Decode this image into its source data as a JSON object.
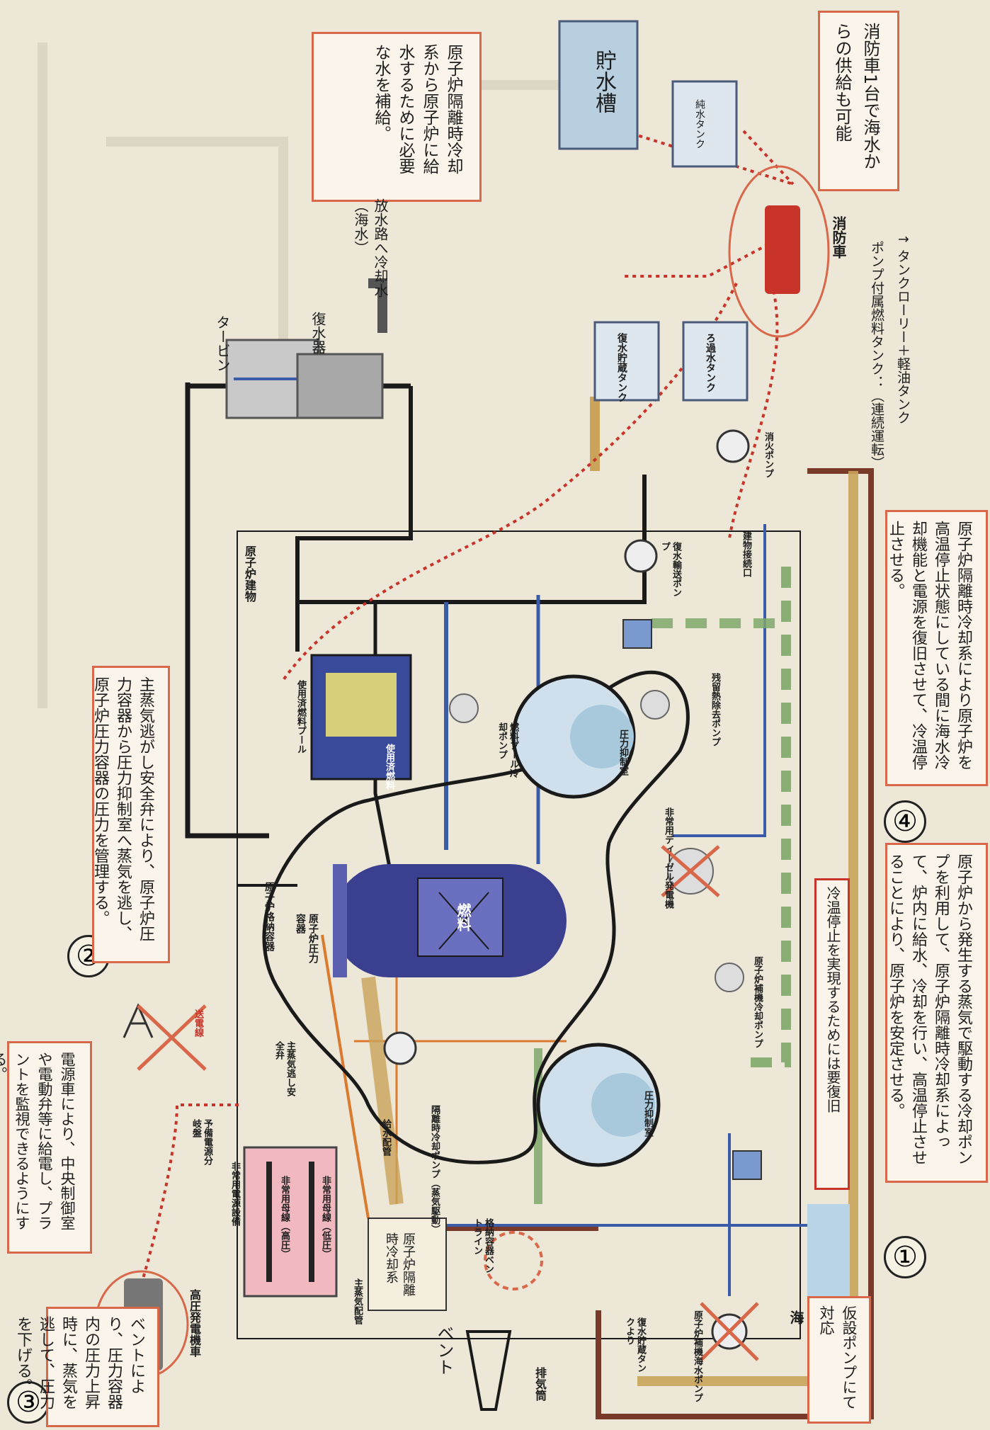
{
  "notes": {
    "callout_top_right": "消防車1台で海水からの供給も可能",
    "callout_top_center": "原子炉隔離時冷却系から原子炉に給水するために必要な水を補給。",
    "callout_2_number": "②",
    "callout_2": "主蒸気逃がし安全弁により、原子炉圧力容器から圧力抑制室へ蒸気を逃し、原子炉圧力容器の圧力を管理する。",
    "callout_power": "電源車により、中央制御室や電動弁等に給電し、プラントを監視できるようにする。",
    "callout_3_number": "③",
    "callout_3": "ベントにより、圧力容器内の圧力上昇時に、蒸気を逃して、圧力を下げる。",
    "callout_1_number": "①",
    "callout_1": "原子炉から発生する蒸気で駆動する冷却ポンプを利用して、原子炉隔離時冷却系によって、炉内に給水、冷却を行い、高温停止させることにより、原子炉を安定させる。",
    "callout_4_number": "④",
    "callout_4": "原子炉隔離時冷却系により原子炉を高温停止状態にしている間に海水冷却機能と電源を復旧させて、冷温停止させる。",
    "cold_shutdown_note": "冷温停止を実現するためには要復旧",
    "temp_pump_note": "仮設ポンプにて対応",
    "fuel_tank_note": "ポンプ付属燃料タンク：（連続運転）",
    "fuel_tank_note_2": "↑ タンクローリー＋軽油タンク"
  },
  "labels": {
    "water_storage_tank": "貯水槽",
    "pure_water_tank": "純水タンク",
    "fire_truck": "消防車",
    "condensate_storage_tank": "復水貯蔵タンク",
    "filtered_water_tank": "ろ過水タンク",
    "fire_pump": "消火ポンプ",
    "turbine": "タービン",
    "condenser": "復水器",
    "discharge": "放水路へ冷却水（海水）",
    "reactor_building": "原子炉建物",
    "condensate_transfer_pump": "復水輸送ポンプ",
    "building_connection": "建物接続口",
    "spent_fuel_pool": "使用済燃料プール",
    "spent_fuel": "使用済燃料",
    "fuel_pool_cooling_pump": "燃料プール冷却ポンプ",
    "suppression_chamber": "圧力抑制室",
    "residual_heat_pump": "残留熱除去ポンプ",
    "diesel_generator": "非常用ディーゼル発電機",
    "containment": "原子炉格納容器",
    "pressure_vessel": "原子炉圧力容器",
    "fuel": "燃料",
    "srv": "主蒸気逃し安全弁",
    "rcic_pump": "隔離時冷却ポンプ（蒸気駆動）",
    "feedwater_pipe": "給水配管",
    "main_steam_pipe": "主蒸気配管",
    "rcic_system": "原子炉隔離時冷却系",
    "containment_vent": "格納容器ベントライン",
    "vent": "ベント",
    "stack": "排気筒",
    "from_condensate_tank": "復水貯蔵タンクより",
    "seawater_pump": "原子炉補機海水ポンプ",
    "sea": "海",
    "rhr_cooling_pump": "原子炉補機冷却ポンプ",
    "emergency_bus": "非常用電源設備",
    "emergency_bus_high": "非常用母線（高圧）",
    "emergency_bus_low": "非常用母線（低圧）",
    "distribution_panel": "予備電源分岐盤",
    "transmission_line": "送電線",
    "hv_generator": "高圧発電機車"
  },
  "colors": {
    "callout_border": "#d9674a",
    "vessel_blue": "#3b3f8f",
    "pool_blue": "#a8c8dc",
    "pipe_black": "#1a1a1a",
    "pipe_blue": "#3a5ca8",
    "pipe_orange": "#d97a2e",
    "pipe_green": "#7fa86a",
    "pipe_tan": "#c9a45a",
    "pipe_brown": "#7a3a2a",
    "red_dotted": "#c8342a",
    "pink_panel": "#f2b8c0"
  }
}
